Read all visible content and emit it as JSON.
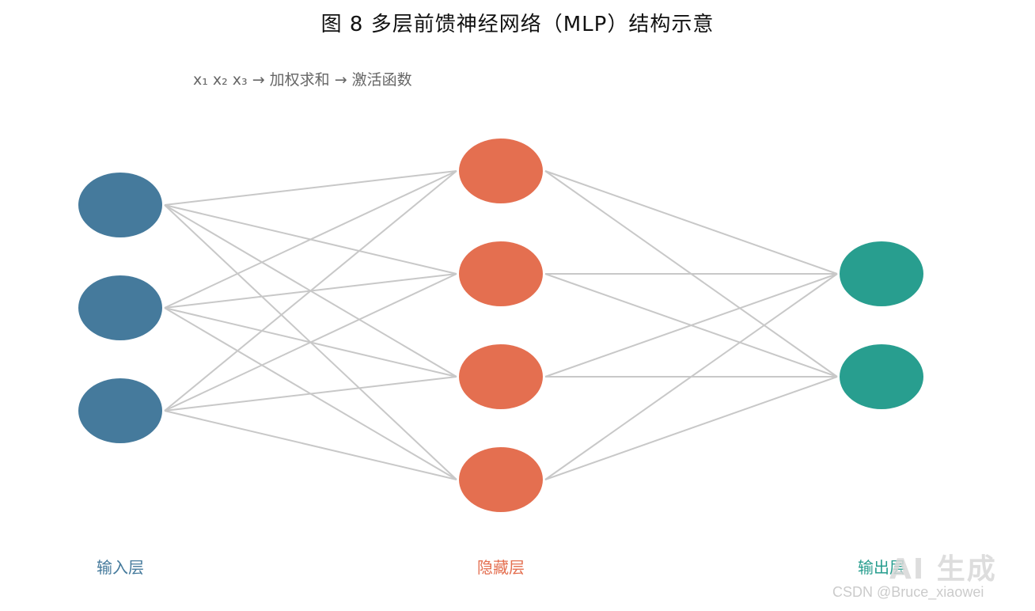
{
  "title": "图 8  多层前馈神经网络（MLP）结构示意",
  "subtitle": "x₁ x₂ x₃ → 加权求和 → 激活函数",
  "colors": {
    "input": "#457A9C",
    "hidden": "#E46F50",
    "output": "#289E8F",
    "edge": "#C8C8C8"
  },
  "layers": [
    {
      "label": "输入层",
      "count": 3,
      "color": "#457A9C"
    },
    {
      "label": "隐藏层",
      "count": 4,
      "color": "#E46F50"
    },
    {
      "label": "输出层",
      "count": 2,
      "color": "#289E8F"
    }
  ],
  "watermark": {
    "main": "AI 生成",
    "credit": "CSDN @Bruce_xiaowei"
  }
}
